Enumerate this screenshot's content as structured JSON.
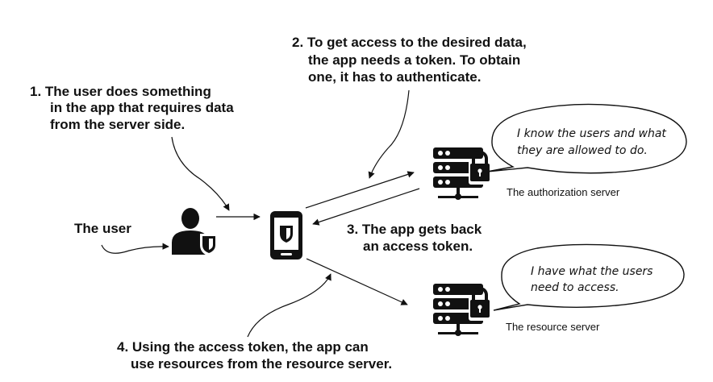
{
  "colors": {
    "ink": "#111111",
    "background": "#ffffff"
  },
  "steps": {
    "step1": {
      "lines": [
        "1. The user does something",
        "in the app that requires data",
        "from the server side."
      ]
    },
    "step2": {
      "lines": [
        "2. To get access to the desired data,",
        "the app needs a token. To obtain",
        "one, it has to authenticate."
      ]
    },
    "step3": {
      "lines": [
        "3. The app gets back",
        "an access token."
      ]
    },
    "step4": {
      "lines": [
        "4. Using the access token, the app can",
        "use resources from the resource server."
      ]
    }
  },
  "user": {
    "label": "The user",
    "icon": "user-shield-icon"
  },
  "app": {
    "icon": "smartphone-shield-icon"
  },
  "auth_server": {
    "label": "The authorization server",
    "icon": "server-lock-icon",
    "bubble": [
      "I know the users and what",
      "they are allowed to do."
    ]
  },
  "resource_server": {
    "label": "The resource server",
    "icon": "server-lock-icon",
    "bubble": [
      "I have what the users",
      "need to access."
    ]
  }
}
